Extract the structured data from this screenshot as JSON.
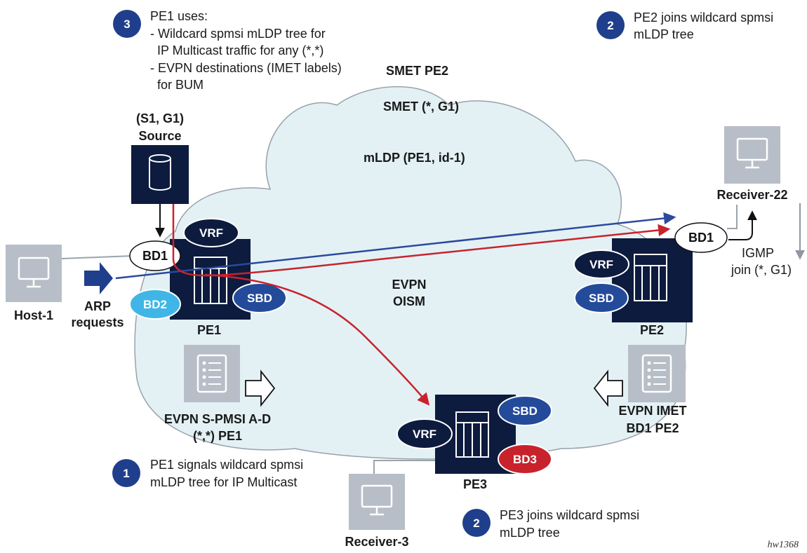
{
  "notes": {
    "step3": {
      "badge": "3",
      "lines": [
        "PE1 uses:",
        "- Wildcard spmsi mLDP tree for",
        "  IP Multicast traffic for any (*,*)",
        "- EVPN destinations (IMET labels)",
        "  for BUM"
      ]
    },
    "step2_pe2": {
      "badge": "2",
      "lines": [
        "PE2 joins wildcard spmsi",
        "mLDP tree"
      ]
    },
    "step1": {
      "badge": "1",
      "lines": [
        "PE1 signals wildcard spmsi",
        "mLDP tree for IP Multicast"
      ]
    },
    "step2_pe3": {
      "badge": "2",
      "lines": [
        "PE3 joins wildcard spmsi",
        "mLDP tree"
      ]
    }
  },
  "cloud_labels": {
    "smet_pe2": "SMET PE2",
    "smet_g1": "SMET (*, G1)",
    "mldp": "mLDP (PE1, id-1)",
    "evpn_oism": [
      "EVPN",
      "OISM"
    ]
  },
  "source": {
    "lines": [
      "(S1, G1)",
      "Source"
    ]
  },
  "host1": {
    "label": "Host-1",
    "arp": [
      "ARP",
      "requests"
    ]
  },
  "receiver22": {
    "label": "Receiver-22",
    "igmp": [
      "IGMP",
      "join (*, G1)"
    ]
  },
  "receiver3": {
    "label": "Receiver-3"
  },
  "routers": {
    "pe1": {
      "label": "PE1",
      "vrf": "VRF",
      "bd1": "BD1",
      "bd2": "BD2",
      "sbd": "SBD"
    },
    "pe2": {
      "label": "PE2",
      "vrf": "VRF",
      "bd1": "BD1",
      "sbd": "SBD"
    },
    "pe3": {
      "label": "PE3",
      "vrf": "VRF",
      "sbd": "SBD",
      "bd3": "BD3"
    }
  },
  "routes": {
    "spmsi": [
      "EVPN S-PMSI A-D",
      "(*,*) PE1"
    ],
    "imet": [
      "EVPN IMET",
      "BD1 PE2"
    ]
  },
  "figure_id": "hw1368",
  "colors": {
    "navy": "#0d1b3e",
    "blue_pill": "#244a9a",
    "cyan_pill": "#3fb6e6",
    "red_pill": "#c8232c",
    "cloud_fill": "#e3f1f5",
    "cloud_stroke": "#98a2ab",
    "device_gray": "#b7bec7"
  }
}
